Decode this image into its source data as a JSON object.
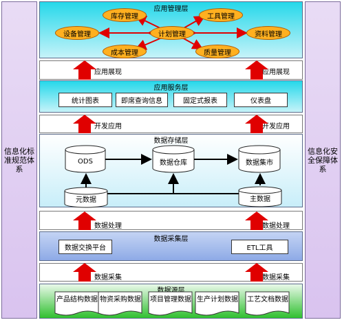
{
  "left_side": "信息化标准规范体系",
  "right_side": "信息化安全保障体系",
  "app_layer": {
    "title": "应用管理层",
    "nodes": {
      "inventory": "库存管理",
      "tools": "工具管理",
      "equipment": "设备管理",
      "plan": "计划管理",
      "materials": "资料管理",
      "cost": "成本管理",
      "quality": "质量管理"
    }
  },
  "band_app_display": {
    "left": "应用展现",
    "right": "应用展现"
  },
  "service_layer": {
    "title": "应用服务层",
    "items": [
      "统计图表",
      "即席查询信息",
      "固定式报表",
      "仪表盘"
    ]
  },
  "band_dev": {
    "left": "开发应用",
    "right": "开发应用"
  },
  "storage_layer": {
    "title": "数据存储层",
    "ods": "ODS",
    "warehouse": "数据仓库",
    "mart": "数据集市",
    "metadata": "元数据",
    "master": "主数据"
  },
  "band_process": {
    "left": "数据处理",
    "right": "数据处理"
  },
  "collect_layer": {
    "title": "数据采集层",
    "left_box": "数据交换平台",
    "right_box": "ETL工具"
  },
  "band_collect": {
    "left": "数据采集",
    "right": "数据采集"
  },
  "source_layer": {
    "title": "数据源层",
    "docs": [
      "产品结构数据",
      "物资采购数据",
      "项目管理数据",
      "生产计划数据",
      "工艺文档数据"
    ]
  },
  "colors": {
    "app_top": "#25d8ea",
    "app_bottom": "#c6f3f9",
    "arrow_red": "#e00000",
    "collect_top": "#c4d4f4",
    "collect_bottom": "#8eaae6",
    "source_bottom": "#30c030",
    "ellipse": "#ffb020"
  }
}
